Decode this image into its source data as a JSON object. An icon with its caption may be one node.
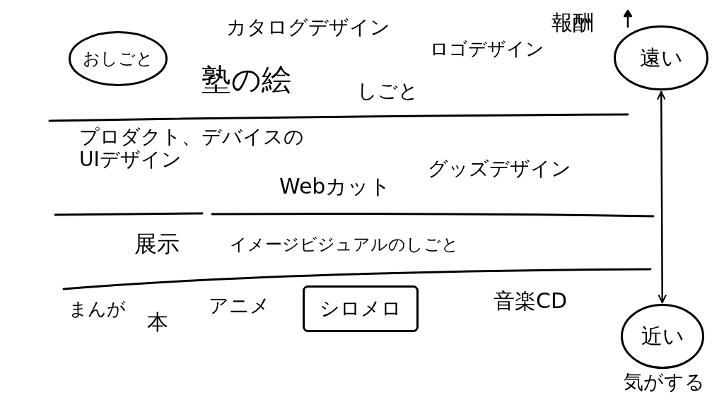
{
  "diagram": {
    "nodes": [
      {
        "text": [
          "おしごと"
        ]
      },
      {
        "text": [
          "遠い"
        ]
      },
      {
        "text": [
          "近い"
        ],
        "beside": [
          "気がする"
        ]
      },
      {
        "text": [
          "シロメロ"
        ]
      }
    ],
    "edges": [
      {
        "from": 1,
        "to": 2,
        "arrow": "both"
      }
    ],
    "labels": [
      "カタログデザイン",
      "報酬",
      "ロゴデザイン",
      "塾の絵",
      "しごと",
      "プロダクト、デバイスのUIデザイン",
      "Webカット",
      "グッズデザイン",
      "展示",
      "イメージビジュアルのしごと",
      "まんが",
      "本",
      "アニメ",
      "音楽CD"
    ]
  }
}
